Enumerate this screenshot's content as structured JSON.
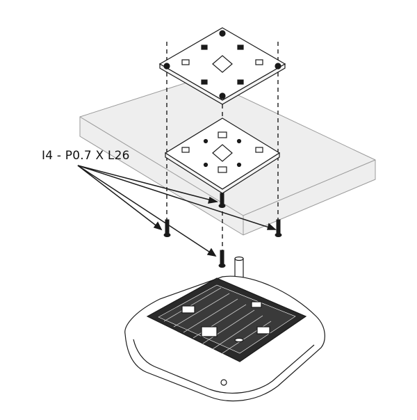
{
  "callout": {
    "label": "I4 - P0.7 X L26"
  },
  "colors": {
    "line": "#1a1a1a",
    "ceiling_fill": "#eeeeee",
    "ceiling_stroke": "#9a9a9a",
    "plate_fill": "#ffffff",
    "device_fill": "#ffffff",
    "device_dark": "#1a1a1a",
    "screw_fill": "#1a1a1a"
  },
  "parts": [
    "mounting-bracket-top",
    "ceiling-tile",
    "mounting-bracket-bottom",
    "screws",
    "access-point",
    "mounting-rod"
  ]
}
